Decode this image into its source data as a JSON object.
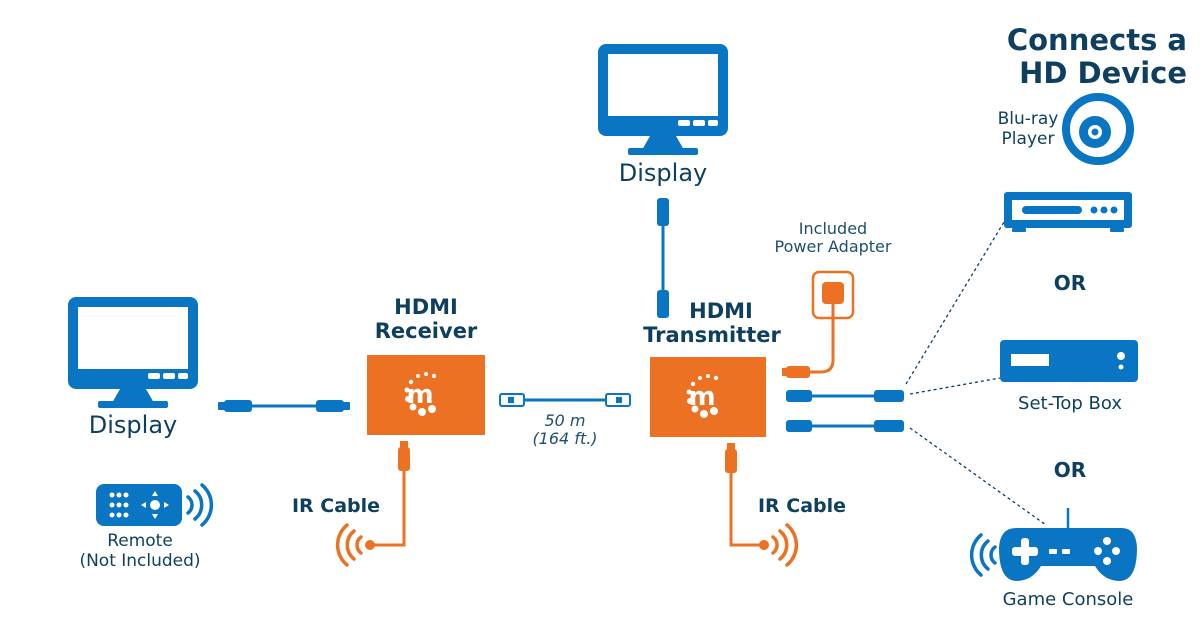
{
  "colors": {
    "blue": "#0a75c2",
    "orange": "#ec7122",
    "text_dark": "#0f3f5f",
    "background": "#ffffff"
  },
  "labels": {
    "headline_line1": "Connects a",
    "headline_line2": "HD Device",
    "display_left": "Display",
    "display_top": "Display",
    "remote_line1": "Remote",
    "remote_line2": "(Not Included)",
    "receiver_line1": "HDMI",
    "receiver_line2": "Receiver",
    "transmitter_line1": "HDMI",
    "transmitter_line2": "Transmitter",
    "distance_line1": "50 m",
    "distance_line2": "(164 ft.)",
    "ir_cable_left": "IR Cable",
    "ir_cable_right": "IR Cable",
    "power_line1": "Included",
    "power_line2": "Power Adapter",
    "bluray_line1": "Blu-ray",
    "bluray_line2": "Player",
    "or_1": "OR",
    "set_top_box": "Set-Top Box",
    "or_2": "OR",
    "game_console": "Game Console",
    "logo_letter": "m"
  },
  "icons": {
    "display": "monitor-icon",
    "remote": "remote-control-icon",
    "ir_signal": "wireless-signal-icon",
    "hdmi_cable": "hdmi-cable-icon",
    "ethernet_cable": "ethernet-cable-icon",
    "power_adapter": "power-outlet-icon",
    "bluray": "disc-player-icon",
    "set_top_box": "set-top-box-icon",
    "game_console": "gamepad-icon",
    "brand_logo": "manhattan-logo-icon"
  }
}
